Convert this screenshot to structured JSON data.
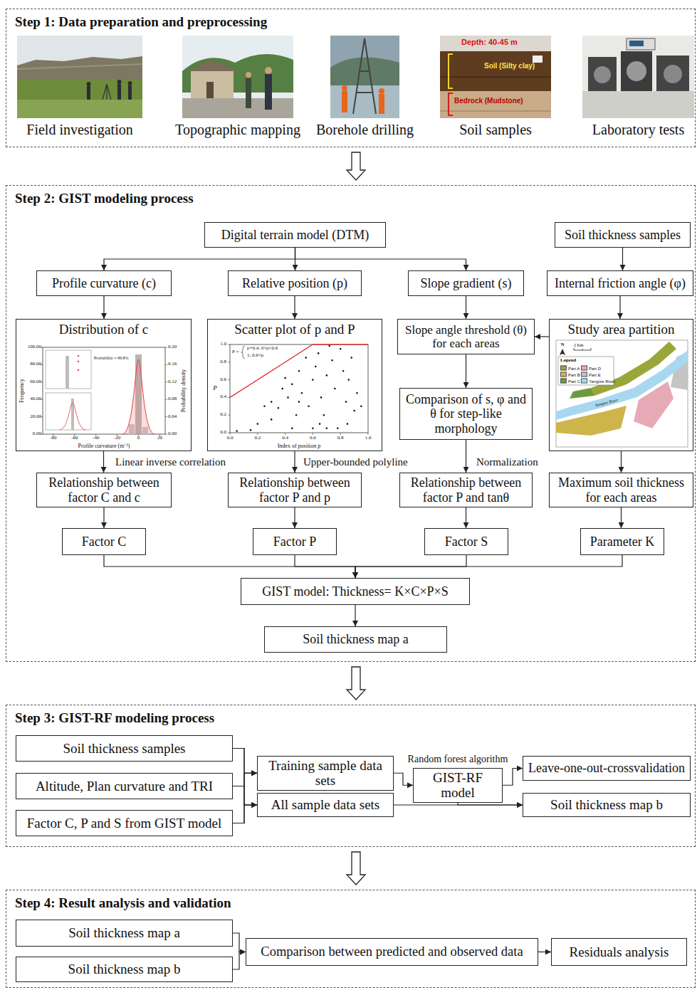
{
  "diagram": {
    "nodes": [
      {
        "text": [
          "Step 1: Data preparation and preprocessing"
        ]
      },
      {
        "text": [
          "Field investigation"
        ],
        "in": 0
      },
      {
        "text": [
          "Topographic mapping"
        ],
        "in": 0
      },
      {
        "text": [
          "Borehole drilling"
        ],
        "in": 0
      },
      {
        "text": [
          "Depth: 40-45 m",
          "Soil (Silty clay)",
          "Bedrock (Mudstone)",
          "Soil samples"
        ],
        "in": 0
      },
      {
        "text": [
          "Laboratory tests"
        ],
        "in": 0
      },
      {
        "text": [
          "Step 2: GIST modeling process"
        ]
      },
      {
        "text": [
          "Digital terrain model (DTM)"
        ],
        "in": 6
      },
      {
        "text": [
          "Soil thickness samples"
        ],
        "in": 6
      },
      {
        "text": [
          "Profile curvature (c)"
        ],
        "in": 6
      },
      {
        "text": [
          "Relative position (p)"
        ],
        "in": 6
      },
      {
        "text": [
          "Slope gradient (s)"
        ],
        "in": 6
      },
      {
        "text": [
          "Internal friction angle (φ)"
        ],
        "in": 6
      },
      {
        "text": [
          "Distribution of c"
        ],
        "in": 6
      },
      {
        "text": [
          "Scatter plot of p and P"
        ],
        "in": 6
      },
      {
        "text": [
          "Slope angle threshold (θ) for each areas"
        ],
        "in": 6
      },
      {
        "text": [
          "Study area partition"
        ],
        "in": 6
      },
      {
        "text": [
          "Comparison of s, φ and θ for step-like morphology"
        ],
        "in": 6
      },
      {
        "text": [
          "Relationship between factor C and c"
        ],
        "in": 6
      },
      {
        "text": [
          "Relationship between factor P and p"
        ],
        "in": 6
      },
      {
        "text": [
          "Relationship between factor P and tanθ"
        ],
        "in": 6
      },
      {
        "text": [
          "Maximum soil thickness for each areas"
        ],
        "in": 6
      },
      {
        "text": [
          "Factor C"
        ],
        "in": 6
      },
      {
        "text": [
          "Factor P"
        ],
        "in": 6
      },
      {
        "text": [
          "Factor S"
        ],
        "in": 6
      },
      {
        "text": [
          "Parameter K"
        ],
        "in": 6
      },
      {
        "text": [
          "GIST model: Thickness= K×C×P×S"
        ],
        "in": 6
      },
      {
        "text": [
          "Soil thickness map a"
        ],
        "in": 6
      },
      {
        "text": [
          "Step 3: GIST-RF modeling process"
        ]
      },
      {
        "text": [
          "Soil thickness samples"
        ],
        "in": 28
      },
      {
        "text": [
          "Altitude, Plan curvature and TRI"
        ],
        "in": 28
      },
      {
        "text": [
          "Factor C, P and S from GIST model"
        ],
        "in": 28
      },
      {
        "text": [
          "Training sample data sets"
        ],
        "in": 28
      },
      {
        "text": [
          "All sample data sets"
        ],
        "in": 28
      },
      {
        "text": [
          "GIST-RF model"
        ],
        "in": 28
      },
      {
        "text": [
          "Leave-one-out-crossvalidation"
        ],
        "in": 28
      },
      {
        "text": [
          "Soil thickness map b"
        ],
        "in": 28
      },
      {
        "text": [
          "Step 4: Result analysis and validation"
        ]
      },
      {
        "text": [
          "Soil thickness map a"
        ],
        "in": 37
      },
      {
        "text": [
          "Soil thickness map b"
        ],
        "in": 37
      },
      {
        "text": [
          "Comparison between predicted and observed data"
        ],
        "in": 37
      },
      {
        "text": [
          "Residuals analysis"
        ],
        "in": 37
      }
    ],
    "edges": [
      {
        "from": 0,
        "to": 6,
        "arrow": "to"
      },
      {
        "from": 7,
        "to": 9,
        "arrow": "to"
      },
      {
        "from": 7,
        "to": 10,
        "arrow": "to"
      },
      {
        "from": 7,
        "to": 11,
        "arrow": "to"
      },
      {
        "from": 8,
        "to": 12,
        "arrow": "to"
      },
      {
        "from": 9,
        "to": 13,
        "arrow": "to"
      },
      {
        "from": 10,
        "to": 14,
        "arrow": "to"
      },
      {
        "from": 11,
        "to": 15,
        "arrow": "to"
      },
      {
        "from": 12,
        "to": 16,
        "arrow": "to"
      },
      {
        "from": 16,
        "to": 15,
        "arrow": "to"
      },
      {
        "from": 15,
        "to": 17,
        "arrow": "to"
      },
      {
        "from": 13,
        "to": 18,
        "label": "Linear inverse correlation",
        "arrow": "to"
      },
      {
        "from": 14,
        "to": 19,
        "label": "Upper-bounded polyline",
        "arrow": "to"
      },
      {
        "from": 17,
        "to": 20,
        "label": "Normalization",
        "arrow": "to"
      },
      {
        "from": 16,
        "to": 21,
        "arrow": "to"
      },
      {
        "from": 18,
        "to": 22,
        "arrow": "to"
      },
      {
        "from": 19,
        "to": 23,
        "arrow": "to"
      },
      {
        "from": 20,
        "to": 24,
        "arrow": "to"
      },
      {
        "from": 21,
        "to": 25,
        "arrow": "to"
      },
      {
        "from": 22,
        "to": 26,
        "arrow": "to"
      },
      {
        "from": 23,
        "to": 26,
        "arrow": "to"
      },
      {
        "from": 24,
        "to": 26,
        "arrow": "to"
      },
      {
        "from": 25,
        "to": 26,
        "arrow": "to"
      },
      {
        "from": 26,
        "to": 27,
        "arrow": "to"
      },
      {
        "from": 6,
        "to": 28,
        "arrow": "to"
      },
      {
        "from": 29,
        "to": 32,
        "arrow": "to"
      },
      {
        "from": 29,
        "to": 33,
        "arrow": "to"
      },
      {
        "from": 30,
        "to": 32,
        "arrow": "to"
      },
      {
        "from": 30,
        "to": 33,
        "arrow": "to"
      },
      {
        "from": 31,
        "to": 32,
        "arrow": "to"
      },
      {
        "from": 31,
        "to": 33,
        "arrow": "to"
      },
      {
        "from": 32,
        "to": 34,
        "label": "Random forest algorithm",
        "arrow": "to"
      },
      {
        "from": 34,
        "to": 35,
        "arrow": "to"
      },
      {
        "from": 33,
        "to": 36,
        "arrow": "to"
      },
      {
        "from": 34,
        "to": 36,
        "arrow": "to"
      },
      {
        "from": 28,
        "to": 37,
        "arrow": "to"
      },
      {
        "from": 38,
        "to": 40,
        "arrow": "to"
      },
      {
        "from": 39,
        "to": 40,
        "arrow": "to"
      },
      {
        "from": 40,
        "to": 41,
        "arrow": "to"
      }
    ],
    "labels": [
      "100.00",
      "80.00",
      "60.00",
      "40.00",
      "20.00",
      "0.00",
      "-80",
      "-60",
      "-40",
      "-20",
      "0",
      "20",
      "0.20",
      "0.16",
      "0.12",
      "0.08",
      "0.04",
      "0.00",
      "Frequency",
      "Profile curvature (m⁻¹)",
      "Probability density",
      "Probability = 99.8%",
      "0.0",
      "0.2",
      "0.4",
      "0.6",
      "0.8",
      "1.0",
      "0.0",
      "0.2",
      "0.4",
      "0.6",
      "0.8",
      "1.0",
      "P",
      "Index of position p",
      "P =",
      "p+0.4, 0<p≤0.6",
      "1, 0.6<p",
      "N",
      "2 Km",
      "Legend",
      "Yangtze River"
    ],
    "legend": [
      {
        "text": "Part A",
        "color": "#9aa63a"
      },
      {
        "text": "Part B",
        "color": "#cdb54c"
      },
      {
        "text": "Part C",
        "color": "#6d9a3c"
      },
      {
        "text": "Part D",
        "color": "#e8a9b6"
      },
      {
        "text": "Part E",
        "color": "#c4c4c4"
      },
      {
        "text": "Yangtze River",
        "color": "#a8d8f0"
      }
    ]
  }
}
